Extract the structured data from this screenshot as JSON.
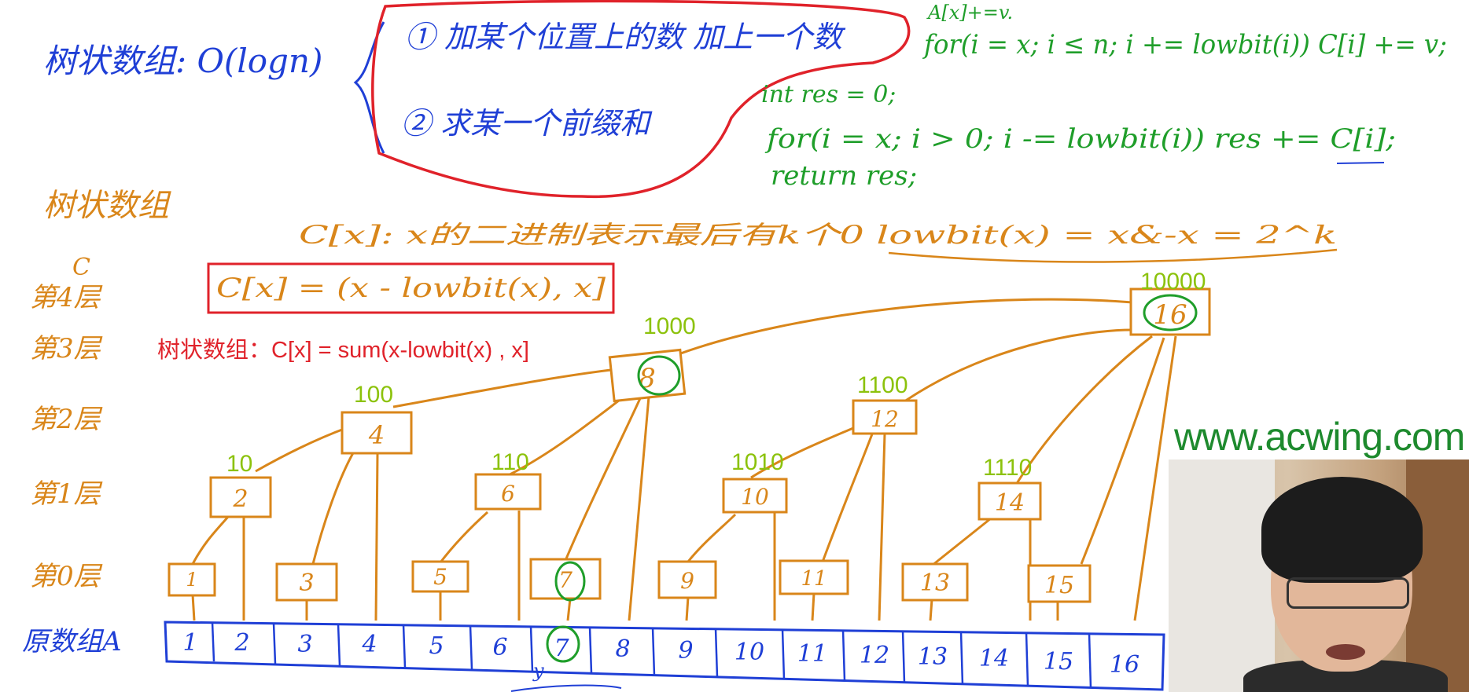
{
  "colors": {
    "blue": "#1f3fd6",
    "red": "#e0222a",
    "green": "#1f9e2a",
    "orange": "#d9861a",
    "lime": "#8cc20c"
  },
  "header": {
    "topic": "树状数组: O(logn)",
    "op1": "① 加某个位置上的数 加上一个数",
    "op2": "② 求某一个前缀和",
    "code_update_note": "A[x]+=v.",
    "code_update": "for(i = x; i ≤ n; i += lowbit(i)) C[i] += v;",
    "code_query_1": "int res = 0;",
    "code_query_2": "for(i = x; i > 0; i -= lowbit(i)) res += C[i];",
    "code_query_3": "return res;"
  },
  "left_title": "树状数组",
  "cx_def": "C[x]: x的二进制表示最后有k个0   lowbit(x) = x&-x = 2^k",
  "range_formula": "C[x] = (x - lowbit(x), x]",
  "typed_formula": "树状数组：C[x] = sum(x-lowbit(x) , x]",
  "c_label": "C",
  "layers": [
    "第4层",
    "第3层",
    "第2层",
    "第1层",
    "第0层"
  ],
  "array_label": "原数组A",
  "array_values": [
    "1",
    "2",
    "3",
    "4",
    "5",
    "6",
    "7",
    "8",
    "9",
    "10",
    "11",
    "12",
    "13",
    "14",
    "15",
    "16"
  ],
  "level0": [
    "1",
    "3",
    "5",
    "7",
    "9",
    "11",
    "13",
    "15"
  ],
  "level1": [
    "2",
    "6",
    "10",
    "14"
  ],
  "level2": [
    "4",
    "12"
  ],
  "level3": [
    "8"
  ],
  "level4": [
    "16"
  ],
  "binary_labels": {
    "n2": "10",
    "n4": "100",
    "n6": "110",
    "n8": "1000",
    "n10": "1010",
    "n12": "1100",
    "n14": "1110",
    "n16": "10000"
  },
  "y_mark": "y",
  "watermark": "www.acwing.com"
}
